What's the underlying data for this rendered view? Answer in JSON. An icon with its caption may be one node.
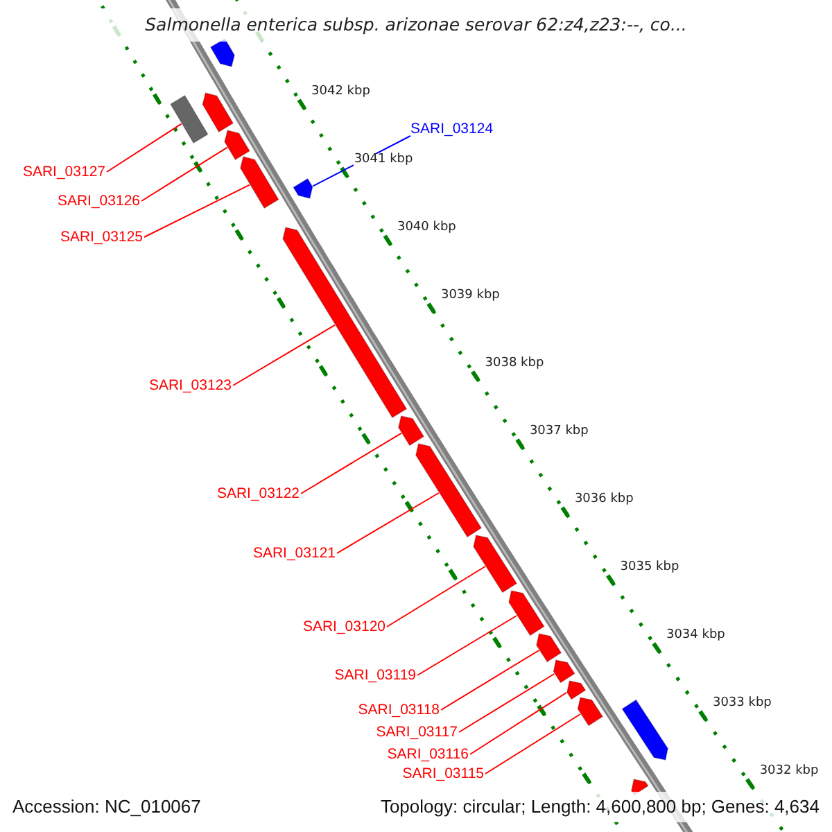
{
  "diagram": {
    "title": "Salmonella enterica subsp. arizonae serovar 62:z4,z23:--, co...",
    "nodes": [
      {
        "text": [],
        "shape": "bar"
      },
      {
        "text": [],
        "shape": "bar"
      },
      {
        "text": [],
        "shape": "box"
      },
      {
        "text": [],
        "shape": "bar"
      },
      {
        "text": [],
        "shape": "bar"
      },
      {
        "text": [],
        "shape": "bar"
      },
      {
        "text": [],
        "shape": "bar"
      },
      {
        "text": [],
        "shape": "bar"
      },
      {
        "text": [],
        "shape": "bar"
      },
      {
        "text": [],
        "shape": "bar"
      },
      {
        "text": [],
        "shape": "bar"
      },
      {
        "text": [],
        "shape": "bar"
      },
      {
        "text": [],
        "shape": "bar"
      },
      {
        "text": [],
        "shape": "bar"
      },
      {
        "text": [],
        "shape": "bar"
      },
      {
        "text": [],
        "shape": "bar"
      },
      {
        "text": [],
        "shape": "bar"
      },
      {
        "text": [
          "SARI_03127"
        ]
      },
      {
        "text": [
          "SARI_03124"
        ]
      },
      {
        "text": [
          "SARI_03126"
        ]
      },
      {
        "text": [
          "SARI_03125"
        ]
      },
      {
        "text": [
          "SARI_03123"
        ]
      },
      {
        "text": [
          "SARI_03122"
        ]
      },
      {
        "text": [
          "SARI_03121"
        ]
      },
      {
        "text": [
          "SARI_03120"
        ]
      },
      {
        "text": [
          "SARI_03119"
        ]
      },
      {
        "text": [
          "SARI_03118"
        ]
      },
      {
        "text": [
          "SARI_03117"
        ]
      },
      {
        "text": [
          "SARI_03116"
        ]
      },
      {
        "text": [
          "SARI_03115"
        ]
      }
    ],
    "edges": [
      {
        "from": 17,
        "to": 2,
        "arrow": "none"
      },
      {
        "from": 18,
        "to": 5,
        "arrow": "none",
        "color": "#0000ff"
      },
      {
        "from": 19,
        "to": 3,
        "arrow": "none"
      },
      {
        "from": 20,
        "to": 4,
        "arrow": "none"
      },
      {
        "from": 21,
        "to": 6,
        "arrow": "none"
      },
      {
        "from": 22,
        "to": 7,
        "arrow": "none"
      },
      {
        "from": 23,
        "to": 8,
        "arrow": "none"
      },
      {
        "from": 24,
        "to": 9,
        "arrow": "none"
      },
      {
        "from": 25,
        "to": 10,
        "arrow": "none"
      },
      {
        "from": 26,
        "to": 11,
        "arrow": "none"
      },
      {
        "from": 27,
        "to": 12,
        "arrow": "none"
      },
      {
        "from": 28,
        "to": 13,
        "arrow": "none"
      },
      {
        "from": 29,
        "to": 14,
        "arrow": "none"
      }
    ],
    "labels": [
      "3042 kbp",
      "3041 kbp",
      "3040 kbp",
      "3039 kbp",
      "3038 kbp",
      "3037 kbp",
      "3036 kbp",
      "3035 kbp",
      "3034 kbp",
      "3033 kbp",
      "3032 kbp",
      "Accession: NC_010067",
      "Topology: circular; Length: 4,600,800 bp; Genes: 4,634"
    ]
  }
}
